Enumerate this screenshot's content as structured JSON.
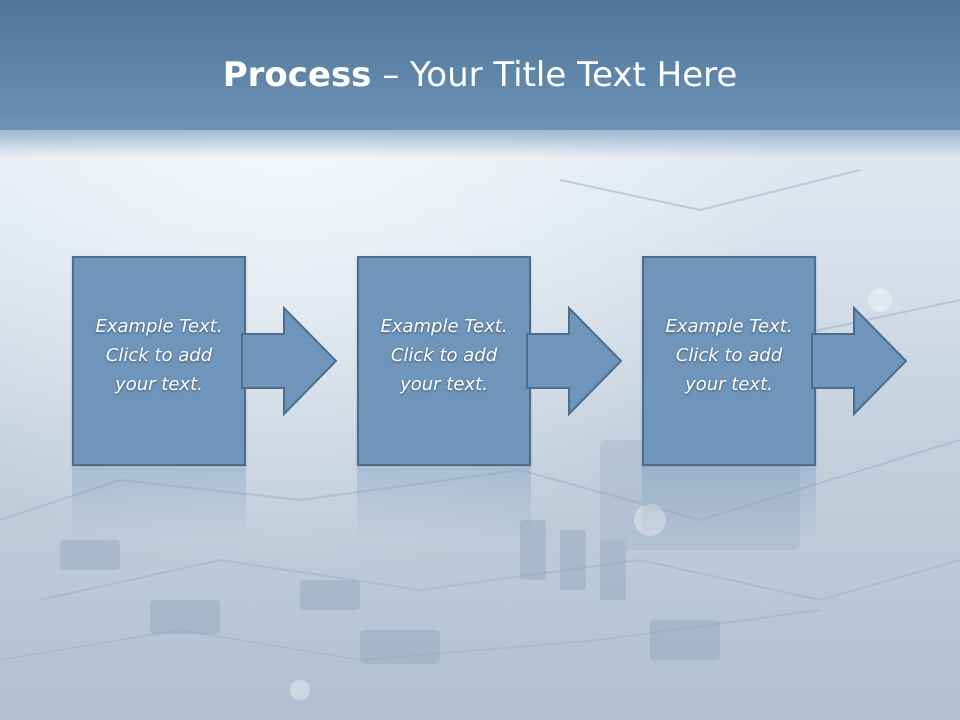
{
  "title": {
    "strong": "Process",
    "rest": " – Your Title Text Here"
  },
  "steps": [
    {
      "lines": [
        "Example Text.",
        "Click  to add",
        "your text."
      ]
    },
    {
      "lines": [
        "Example Text.",
        "Click  to add",
        "your text."
      ]
    },
    {
      "lines": [
        "Example Text.",
        "Click  to add",
        "your text."
      ]
    }
  ],
  "colors": {
    "title_band": "#5e84a8",
    "box_fill": "#6f95bb",
    "box_border": "#4b6d8f"
  },
  "icons": [
    "arrow-right-icon"
  ]
}
